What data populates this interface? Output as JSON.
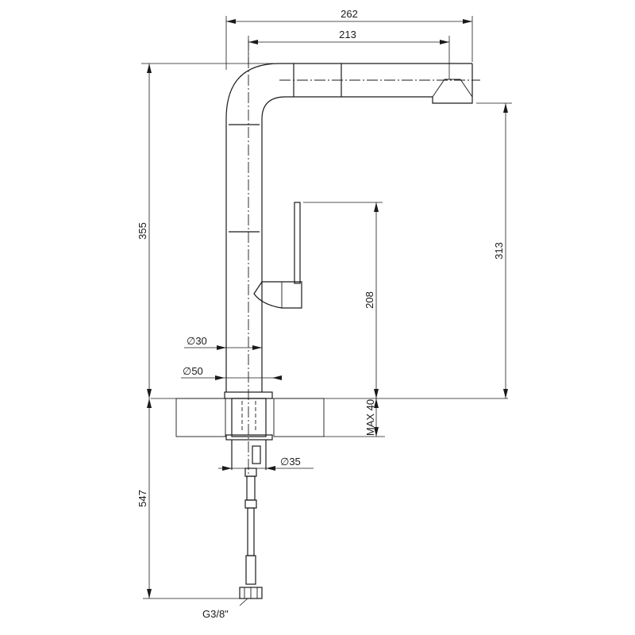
{
  "dimensions": {
    "overall_width": "262",
    "spout_reach": "213",
    "overall_height": "355",
    "spout_outlet_height": "313",
    "lever_height": "208",
    "body_diameter": "30",
    "base_diameter": "50",
    "hole_diameter": "35",
    "max_countertop": "MAX 40",
    "below_counter_length": "547",
    "connection_thread": "G3/8\""
  },
  "diameter_symbol": "∅"
}
